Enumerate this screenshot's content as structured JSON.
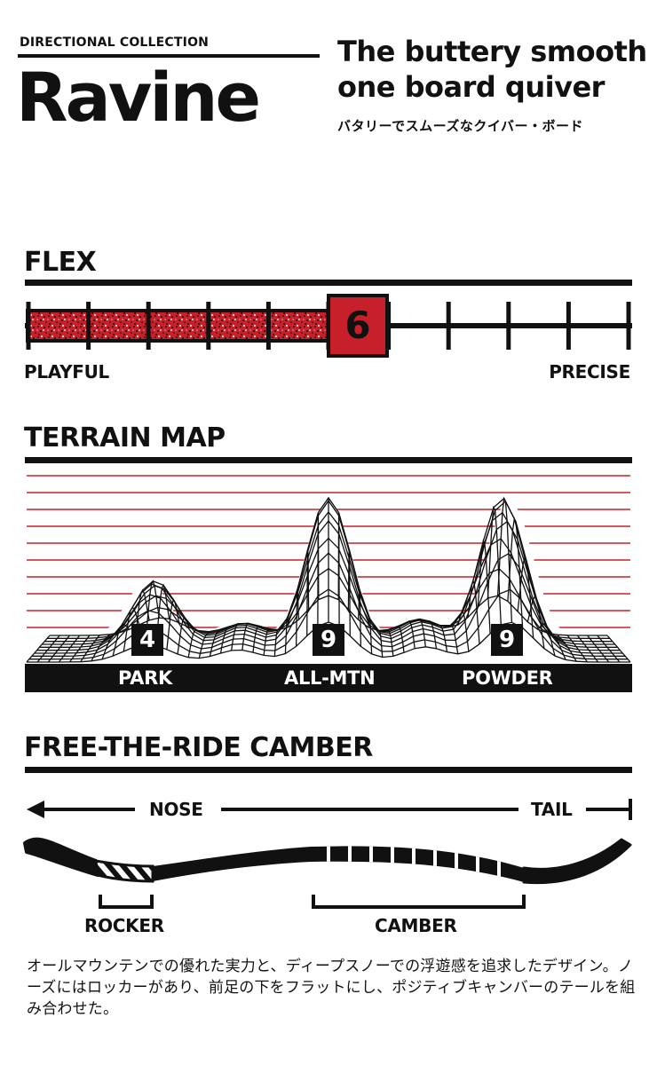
{
  "header": {
    "collection": "DIRECTIONAL COLLECTION",
    "model": "Ravine",
    "tagline_line1": "The buttery smooth",
    "tagline_line2": "one board quiver",
    "tagline_jp": "バタリーでスムーズなクイバー・ボード"
  },
  "flex": {
    "title": "FLEX",
    "value": "6",
    "scale_max": 10,
    "min_label": "PLAYFUL",
    "max_label": "PRECISE"
  },
  "terrain": {
    "title": "TERRAIN MAP",
    "items": [
      {
        "label": "PARK",
        "score": "4"
      },
      {
        "label": "ALL-MTN",
        "score": "9"
      },
      {
        "label": "POWDER",
        "score": "9"
      }
    ]
  },
  "camber": {
    "title": "FREE-THE-RIDE CAMBER",
    "nose_label": "NOSE",
    "tail_label": "TAIL",
    "rocker_label": "ROCKER",
    "camber_label": "CAMBER"
  },
  "description": "オールマウンテンでの優れた実力と、ディープスノーでの浮遊感を追求したデザイン。ノーズにはロッカーがあり、前足の下をフラットにし、ポジティブキャンバーのテールを組み合わせた。",
  "colors": {
    "accent_red": "#c8202b",
    "black": "#111111",
    "white": "#ffffff"
  }
}
